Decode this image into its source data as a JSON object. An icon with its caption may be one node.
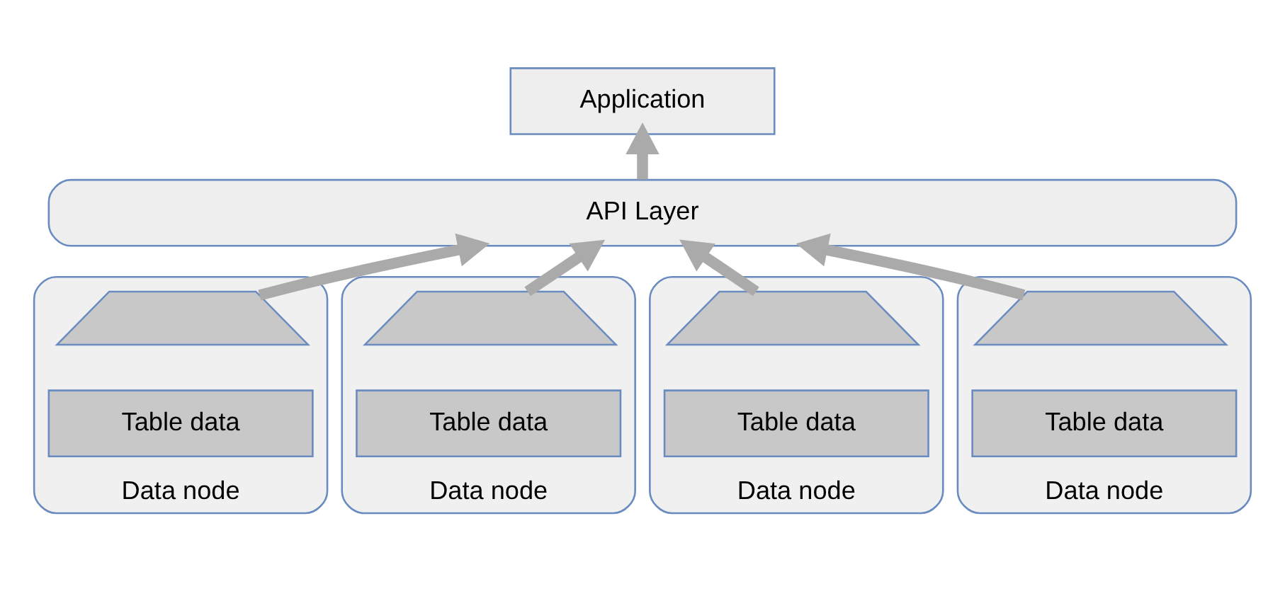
{
  "diagram": {
    "nodes": [
      {
        "text": [
          "Application"
        ]
      },
      {
        "text": [
          "API Layer"
        ]
      },
      {
        "text": [],
        "shape": "cylinder",
        "beside": [
          "Data node"
        ]
      },
      {
        "text": [],
        "shape": "trapezoid",
        "in": 2
      },
      {
        "text": [
          "Table data"
        ],
        "in": 2
      },
      {
        "text": [],
        "shape": "cylinder",
        "beside": [
          "Data node"
        ]
      },
      {
        "text": [],
        "shape": "trapezoid",
        "in": 5
      },
      {
        "text": [
          "Table data"
        ],
        "in": 5
      },
      {
        "text": [],
        "shape": "cylinder",
        "beside": [
          "Data node"
        ]
      },
      {
        "text": [],
        "shape": "trapezoid",
        "in": 8
      },
      {
        "text": [
          "Table data"
        ],
        "in": 8
      },
      {
        "text": [],
        "shape": "cylinder",
        "beside": [
          "Data node"
        ]
      },
      {
        "text": [],
        "shape": "trapezoid",
        "in": 11
      },
      {
        "text": [
          "Table data"
        ],
        "in": 11
      }
    ],
    "edges": [
      {
        "from": 1,
        "to": 0,
        "arrow": "to"
      },
      {
        "from": 3,
        "to": 1,
        "arrow": "to"
      },
      {
        "from": 6,
        "to": 1,
        "arrow": "to"
      },
      {
        "from": 9,
        "to": 1,
        "arrow": "to"
      },
      {
        "from": 12,
        "to": 1,
        "arrow": "to"
      }
    ]
  }
}
